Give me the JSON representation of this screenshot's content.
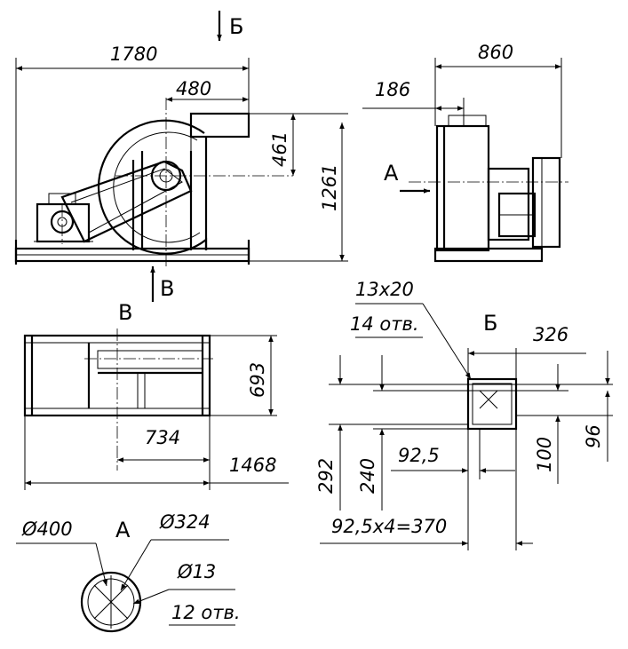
{
  "dims": {
    "overall_length": "1780",
    "outlet_width": "480",
    "outlet_height": "461",
    "overall_height": "1261",
    "side_width": "860",
    "side_offset": "186",
    "frame_width": "693",
    "half_length": "734",
    "frame_length": "1468",
    "hole_size": "13x20",
    "hole_count": "14 отв.",
    "flange_width": "326",
    "flange_height_small": "96",
    "flange_step": "100",
    "pitch": "92,5",
    "height_292": "292",
    "height_240": "240",
    "pitch_total": "92,5x4=370",
    "dia_400": "Ø400",
    "dia_324": "Ø324",
    "dia_13": "Ø13",
    "holes_12": "12 отв."
  },
  "views": {
    "b_top": "Б",
    "a_arrow": "А",
    "v_arrow": "В",
    "v_view": "В",
    "b_view": "Б",
    "a_view": "А"
  }
}
